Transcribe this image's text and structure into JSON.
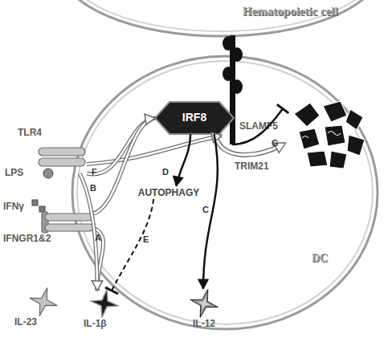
{
  "diagram": {
    "nodes": [
      {
        "text": [
          "Hematopoietic cell"
        ]
      },
      {
        "text": [
          "DC"
        ]
      },
      {
        "text": [
          "SLAMF5"
        ],
        "in": 1
      },
      {
        "text": [
          "IRF8"
        ],
        "in": 1
      },
      {
        "text": [
          "TRIM21"
        ],
        "in": 1
      },
      {
        "text": [
          "TLR4"
        ]
      },
      {
        "text": [
          "LPS"
        ]
      },
      {
        "text": [
          "IFNγ"
        ]
      },
      {
        "text": [
          "IFNGR1&2"
        ]
      },
      {
        "text": [
          "AUTOPHAGY"
        ],
        "in": 1
      },
      {
        "text": [
          "IL-23"
        ]
      },
      {
        "text": [
          "IL-1β"
        ]
      },
      {
        "text": [
          "IL-12"
        ]
      }
    ],
    "edges": [
      {
        "from": 5,
        "to": 2,
        "arrow": "to",
        "label": "F"
      },
      {
        "from": 5,
        "to": 3,
        "arrow": "to",
        "label": "B"
      },
      {
        "from": 8,
        "to": 3,
        "arrow": "to"
      },
      {
        "from": 8,
        "to": 11,
        "arrow": "to",
        "label": "A"
      },
      {
        "from": 5,
        "to": 11,
        "arrow": "to"
      },
      {
        "from": 3,
        "to": 9,
        "arrow": "to",
        "label": "D"
      },
      {
        "from": 3,
        "to": 12,
        "arrow": "to",
        "label": "C"
      },
      {
        "from": 9,
        "to": 11,
        "arrow": "to",
        "label": "E"
      },
      {
        "from": 2,
        "to": 4,
        "arrow": "to",
        "label": "G"
      }
    ]
  }
}
